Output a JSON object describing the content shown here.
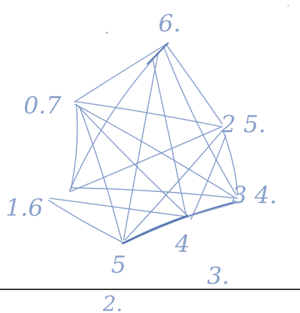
{
  "nodes": [
    {
      "id": "top",
      "label": "6."
    },
    {
      "id": "upper-left",
      "label": "0.7"
    },
    {
      "id": "upper-right",
      "label": "2 5."
    },
    {
      "id": "right",
      "label": "3 4."
    },
    {
      "id": "left",
      "label": "1.6"
    },
    {
      "id": "bottom-left",
      "label": "5"
    },
    {
      "id": "bottom-mid",
      "label": "4"
    },
    {
      "id": "bottom-right",
      "label": "3."
    },
    {
      "id": "below-rule",
      "label": "2."
    }
  ],
  "colors": {
    "ink": "#7f98c8",
    "ink_dark": "#4f6fae",
    "label": "#8aa1cc",
    "rule": "#2f2f2f"
  }
}
